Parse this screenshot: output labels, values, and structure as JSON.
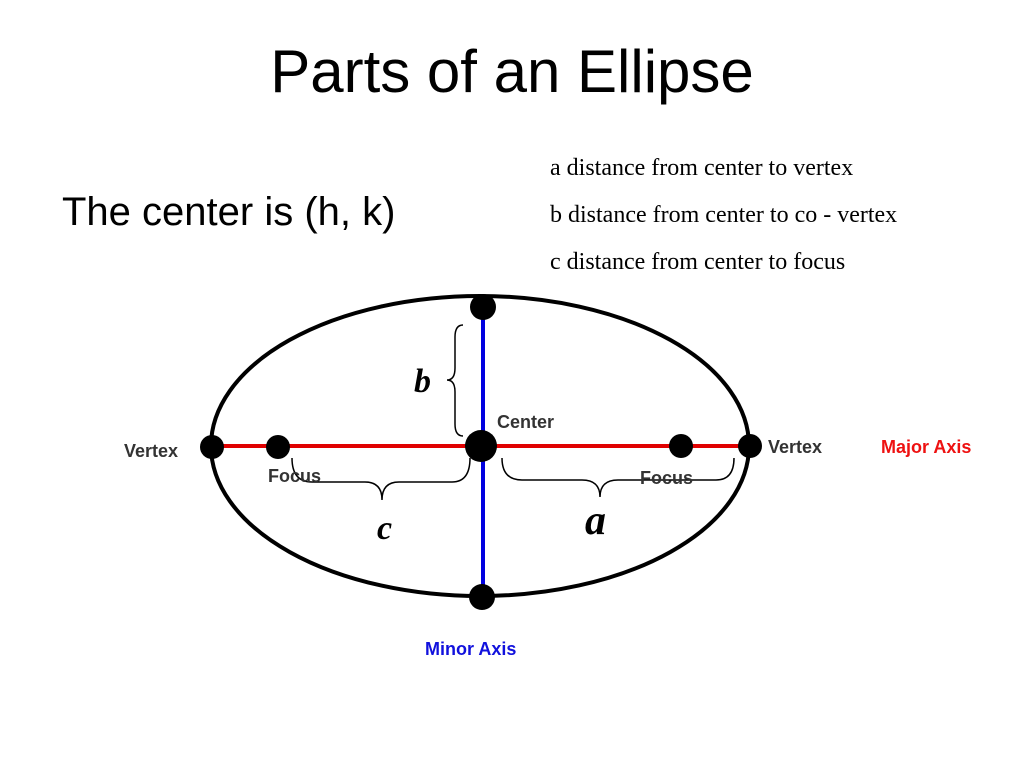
{
  "slide": {
    "title": "Parts of an Ellipse",
    "center_note": "The center is (h, k)"
  },
  "definitions": [
    "a distance from center to vertex",
    "b distance from center to co - vertex",
    "c distance from center to focus"
  ],
  "diagram": {
    "labels": {
      "center": "Center",
      "vertex_left": "Vertex",
      "vertex_right": "Vertex",
      "focus_left": "Focus",
      "focus_right": "Focus",
      "major_axis": "Major Axis",
      "minor_axis": "Minor Axis",
      "a": "a",
      "b": "b",
      "c": "c"
    },
    "colors": {
      "major_axis": "#e00000",
      "minor_axis": "#0000e0",
      "major_axis_label": "#ee1111",
      "minor_axis_label": "#1111dd",
      "ellipse": "#000000"
    }
  }
}
